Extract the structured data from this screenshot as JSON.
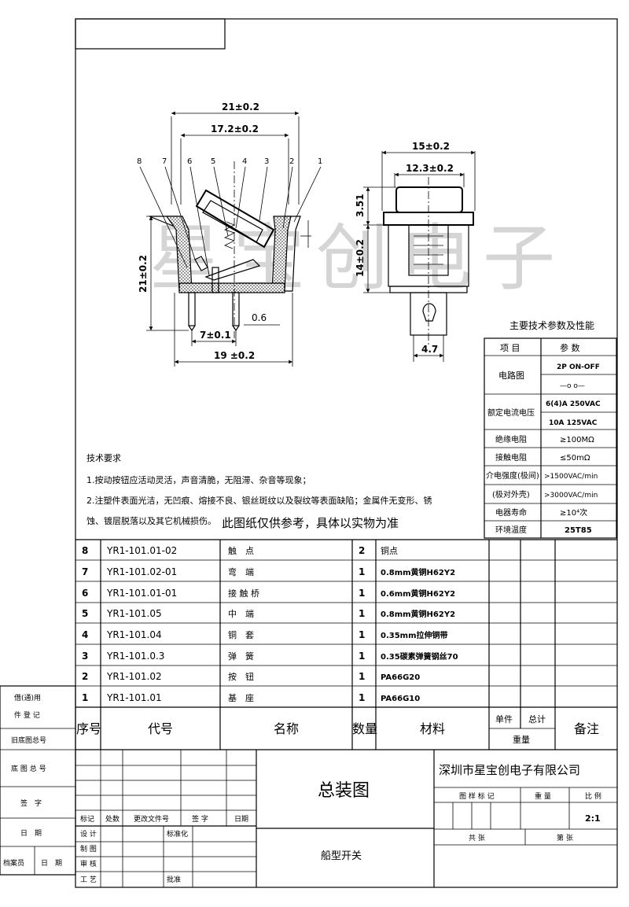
{
  "watermark": "星宝创电子",
  "front_view": {
    "dim_width_outer": "21±0.2",
    "dim_width_inner": "17.2±0.2",
    "dim_height": "21±0.2",
    "dim_pin_pitch": "7±0.1",
    "dim_pin_thickness": "0.6",
    "dim_base": "19 ±0.2",
    "balloons": [
      "8",
      "7",
      "6",
      "5",
      "4",
      "3",
      "2",
      "1"
    ]
  },
  "side_view": {
    "dim_width_outer": "15±0.2",
    "dim_width_inner": "12.3±0.2",
    "dim_cap": "3.51",
    "dim_body": "14±0.2",
    "dim_pin": "4.7"
  },
  "spec_table": {
    "title": "主要技术参数及性能",
    "header": [
      "项 目",
      "参 数"
    ],
    "rows": [
      {
        "item": "电路图",
        "values": [
          "2P ON-OFF",
          "—o o—"
        ]
      },
      {
        "item": "额定电流电压",
        "values": [
          "6(4)A 250VAC",
          "10A 125VAC"
        ]
      },
      {
        "item": "绝缘电阻",
        "values": [
          "≥100MΩ"
        ]
      },
      {
        "item": "接触电阻",
        "values": [
          "≤50mΩ"
        ]
      },
      {
        "item": "介电强度(极间)",
        "values": [
          ">1500VAC/min"
        ]
      },
      {
        "item": "(极对外壳)",
        "values": [
          ">3000VAC/min"
        ]
      },
      {
        "item": "电器寿命",
        "values": [
          "≥10⁴次"
        ]
      },
      {
        "item": "环境温度",
        "values": [
          "25T85"
        ]
      }
    ]
  },
  "tech_req": {
    "title": "技术要求",
    "line1": "1.按动按钮应活动灵活，声音清脆，无阻滞、杂音等现象；",
    "line2": "2.注塑件表面光洁，无凹痕、熔接不良、银丝斑纹以及裂纹等表面缺陷；金属件无变形、锈",
    "line3": "蚀、镀层脱落以及其它机械损伤。",
    "note": "此图纸仅供参考，具体以实物为准"
  },
  "bom": {
    "rows": [
      {
        "no": "8",
        "code": "YR1-101.01-02",
        "name": "触　点",
        "qty": "2",
        "material": "铜点"
      },
      {
        "no": "7",
        "code": "YR1-101.02-01",
        "name": "弯　端",
        "qty": "1",
        "material": "0.8mm黄铜H62Y2"
      },
      {
        "no": "6",
        "code": "YR1-101.01-01",
        "name": "接 触 桥",
        "qty": "1",
        "material": "0.6mm黄铜H62Y2"
      },
      {
        "no": "5",
        "code": "YR1-101.05",
        "name": "中　端",
        "qty": "1",
        "material": "0.8mm黄铜H62Y2"
      },
      {
        "no": "4",
        "code": "YR1-101.04",
        "name": "铜　套",
        "qty": "1",
        "material": "0.35mm拉伸铜带"
      },
      {
        "no": "3",
        "code": "YR1-101.0.3",
        "name": "弹　簧",
        "qty": "1",
        "material": "0.35碳素弹簧钢丝70"
      },
      {
        "no": "2",
        "code": "YR1-101.02",
        "name": "按　钮",
        "qty": "1",
        "material": "PA66G20"
      },
      {
        "no": "1",
        "code": "YR1-101.01",
        "name": "基　座",
        "qty": "1",
        "material": "PA66G10"
      }
    ],
    "header": {
      "no": "序号",
      "code": "代号",
      "name": "名称",
      "qty": "数量",
      "material": "材料",
      "unit": "单件",
      "total": "总计",
      "weight": "重量",
      "remark": "备注"
    }
  },
  "left_strip": {
    "r1": "借(通)用",
    "r2": "件 登 记",
    "r3": "旧底图总号",
    "r4": "底 图 总 号",
    "r5": "签　字",
    "r6": "日　期",
    "r7": "档案员",
    "r8": "日　期"
  },
  "title_block": {
    "company": "深圳市星宝创电子有限公司",
    "drawing_title": "总装图",
    "product": "船型开关",
    "rev_headers": [
      "标记",
      "处数",
      "更改文件号",
      "签 字",
      "日期"
    ],
    "roles": [
      "设 计",
      "制 图",
      "审 核",
      "工 艺"
    ],
    "std": "标准化",
    "approve": "批准",
    "stage_label": "图 样 标 记",
    "weight_label": "重 量",
    "scale_label": "比 例",
    "scale": "2:1",
    "total_sheets": "共 张",
    "sheet_no": "第 张"
  }
}
